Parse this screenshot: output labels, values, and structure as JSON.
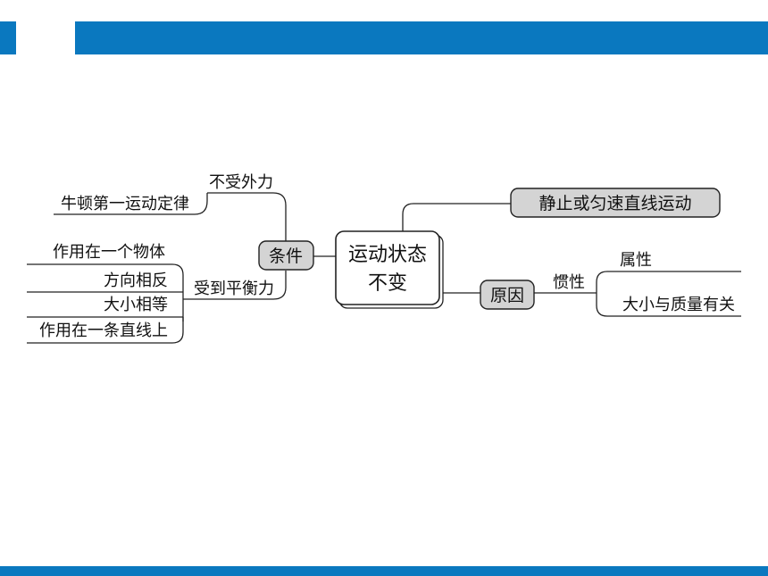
{
  "header": {
    "bar_color": "#0a78bf"
  },
  "mindmap": {
    "center": {
      "line1": "运动状态",
      "line2": "不变"
    },
    "upper_right": {
      "label": "静止或匀速直线运动"
    },
    "reason": {
      "label": "原因",
      "link": "惯性",
      "properties": [
        "属性",
        "大小与质量有关"
      ]
    },
    "condition": {
      "label": "条件",
      "upper": {
        "label": "不受外力",
        "note": "牛顿第一运动定律"
      },
      "lower": {
        "label": "受到平衡力",
        "items": [
          "作用在一个物体",
          "方向相反",
          "大小相等",
          "作用在一条直线上"
        ]
      }
    }
  }
}
